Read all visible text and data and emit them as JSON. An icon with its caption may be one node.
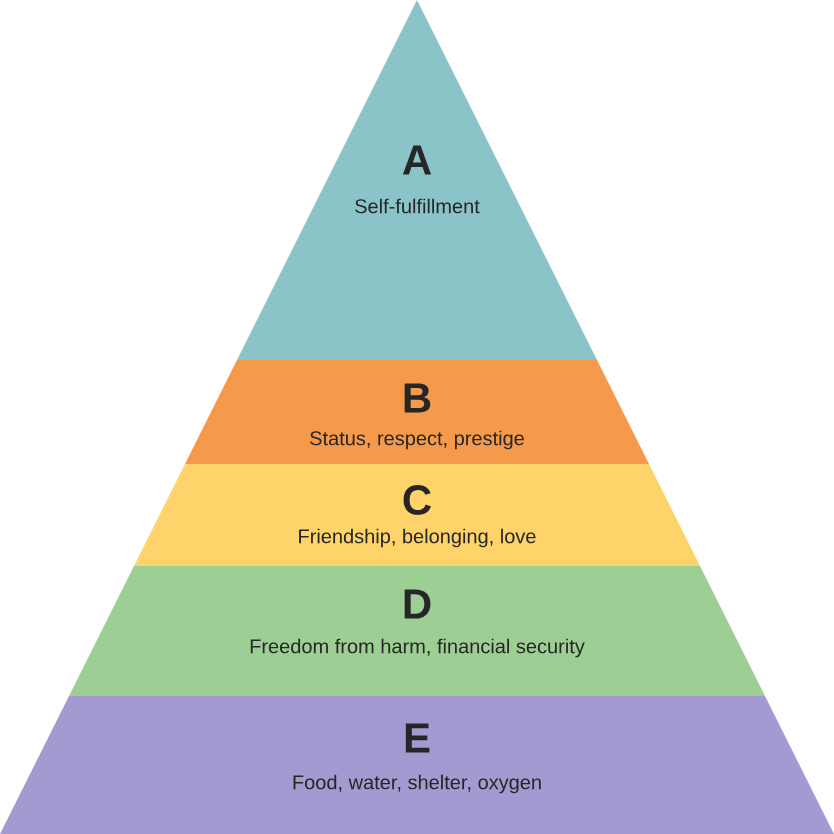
{
  "diagram": {
    "nodes": [
      {
        "text": [
          "A",
          "Self-fulfillment"
        ]
      },
      {
        "text": [
          "B",
          "Status, respect, prestige"
        ]
      },
      {
        "text": [
          "C",
          "Friendship, belonging, love"
        ]
      },
      {
        "text": [
          "D",
          "Freedom from harm, financial security"
        ]
      },
      {
        "text": [
          "E",
          "Food, water, shelter, oxygen"
        ]
      }
    ]
  }
}
